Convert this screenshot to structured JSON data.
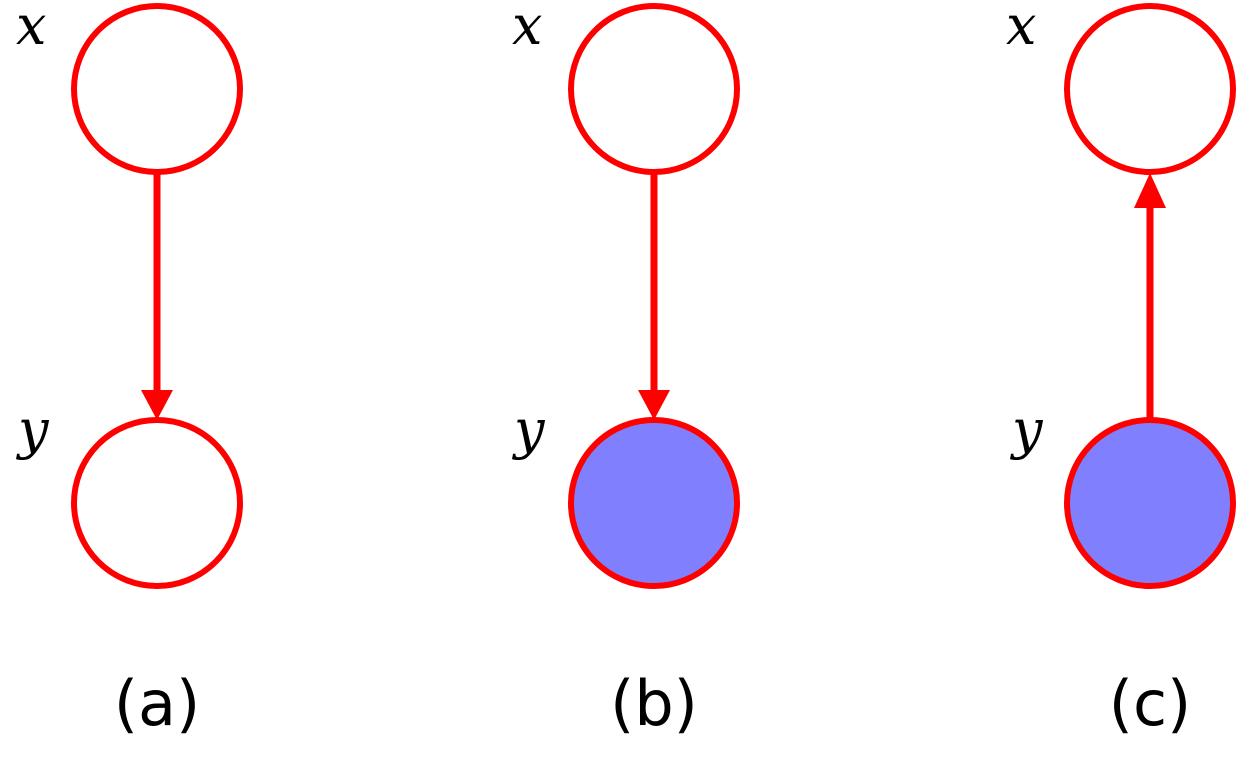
{
  "colors": {
    "stroke": "#ff0000",
    "observed_fill": "#8080ff",
    "unobserved_fill": "#ffffff",
    "text": "#000000"
  },
  "panels": [
    {
      "caption": "(a)",
      "top_node": {
        "label": "x",
        "observed": false
      },
      "bottom_node": {
        "label": "y",
        "observed": false
      },
      "edge": {
        "from": "x",
        "to": "y"
      }
    },
    {
      "caption": "(b)",
      "top_node": {
        "label": "x",
        "observed": false
      },
      "bottom_node": {
        "label": "y",
        "observed": true
      },
      "edge": {
        "from": "x",
        "to": "y"
      }
    },
    {
      "caption": "(c)",
      "top_node": {
        "label": "x",
        "observed": false
      },
      "bottom_node": {
        "label": "y",
        "observed": true
      },
      "edge": {
        "from": "y",
        "to": "x"
      }
    }
  ]
}
